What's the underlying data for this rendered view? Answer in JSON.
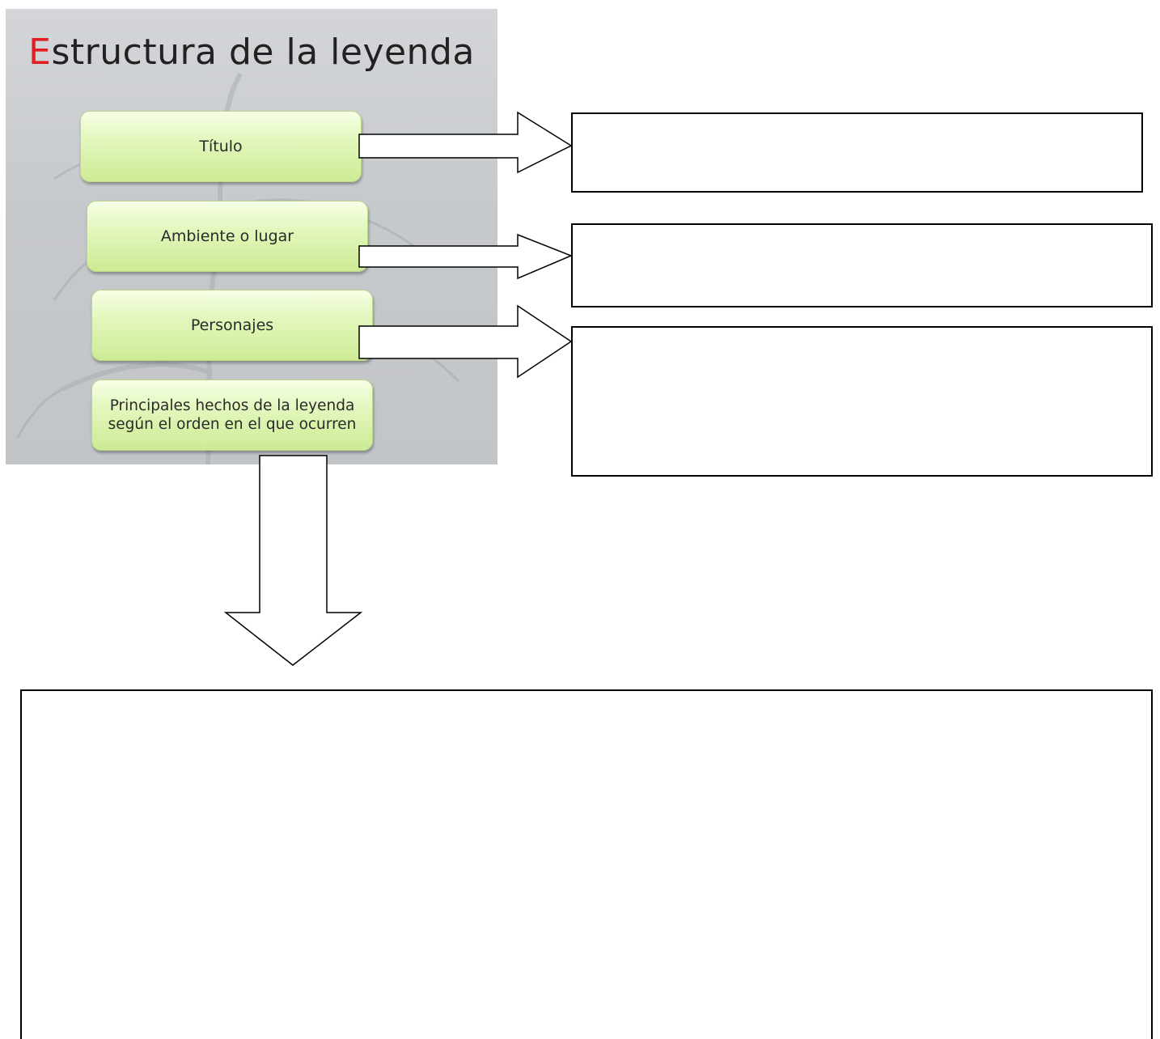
{
  "slide": {
    "title_first_letter": "E",
    "title_rest": "structura de la leyenda",
    "steps": [
      {
        "label": "Título"
      },
      {
        "label": "Ambiente o lugar"
      },
      {
        "label": "Personajes"
      },
      {
        "label": "Principales hechos de la leyenda según el orden en el que ocurren"
      }
    ]
  },
  "answer_boxes": [
    {
      "content": ""
    },
    {
      "content": ""
    },
    {
      "content": ""
    },
    {
      "content": ""
    }
  ],
  "colors": {
    "title_accent": "#e31e24",
    "step_fill": "#dff4b6",
    "box_border": "#000000"
  }
}
